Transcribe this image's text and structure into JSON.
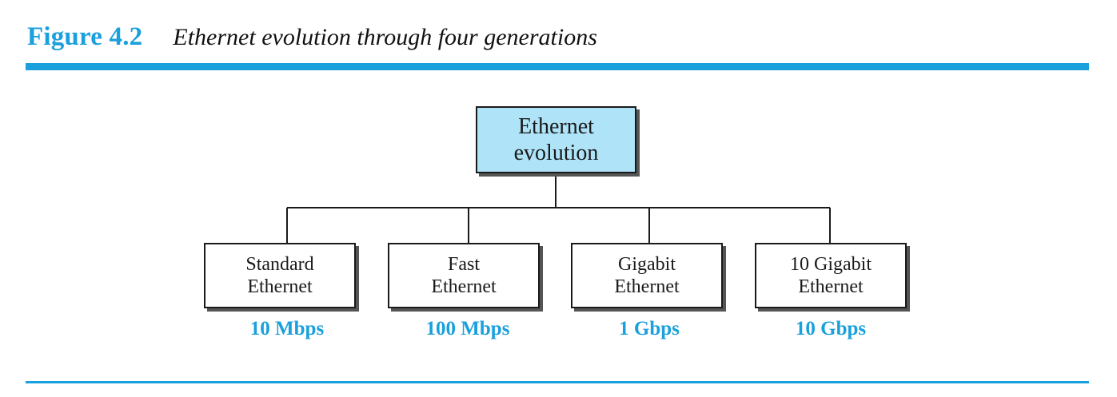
{
  "figure": {
    "label": "Figure 4.2",
    "title": "Ethernet evolution through four generations"
  },
  "colors": {
    "accent": "#1aa0dc",
    "root_fill": "#aee3f8",
    "line": "#1a1a1a"
  },
  "root": {
    "line1": "Ethernet",
    "line2": "evolution"
  },
  "generations": [
    {
      "line1": "Standard",
      "line2": "Ethernet",
      "speed": "10 Mbps"
    },
    {
      "line1": "Fast",
      "line2": "Ethernet",
      "speed": "100 Mbps"
    },
    {
      "line1": "Gigabit",
      "line2": "Ethernet",
      "speed": "1 Gbps"
    },
    {
      "line1": "10 Gigabit",
      "line2": "Ethernet",
      "speed": "10 Gbps"
    }
  ]
}
